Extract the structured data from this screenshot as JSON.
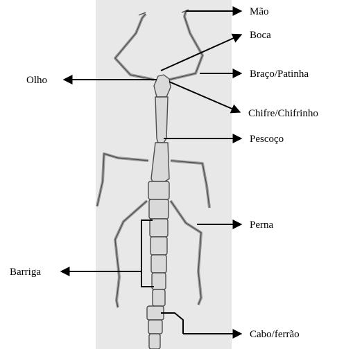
{
  "labels": {
    "mao": "Mão",
    "boca": "Boca",
    "olho": "Olho",
    "braco": "Braço/Patinha",
    "chifre": "Chifre/Chifrinho",
    "pescoco": "Pescoço",
    "perna": "Perna",
    "barriga": "Barriga",
    "cabo": "Cabo/ferrão"
  },
  "colors": {
    "background_panel": "#e6e6e6",
    "insect_fill": "#d8d8d8",
    "insect_stroke": "#555555",
    "arrow": "#000000"
  }
}
